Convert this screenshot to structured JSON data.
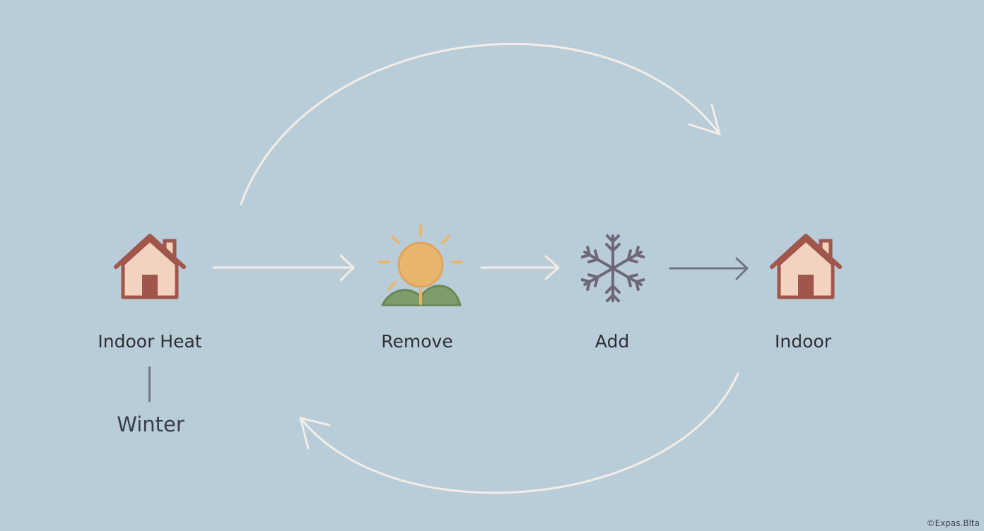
{
  "nodes": [
    {
      "id": "indoor-heat",
      "label": "Indoor Heat",
      "icon": "house-icon"
    },
    {
      "id": "remove",
      "label": "Remove",
      "icon": "sun-icon"
    },
    {
      "id": "add",
      "label": "Add",
      "icon": "snowflake-icon"
    },
    {
      "id": "indoor",
      "label": "Indoor",
      "icon": "house-icon"
    }
  ],
  "season_label": "Winter",
  "footer_text": "©Expas.Blta",
  "colors": {
    "background": "#b9cdd9",
    "arc": "#f2ede6",
    "arrow_light": "#f2ede6",
    "arrow_dark": "#6f7785",
    "house_wall": "#f2d2c0",
    "house_roof": "#a0564a",
    "sun": "#e8b56e",
    "hills": "#7f9c6b",
    "snowflake": "#6f6775"
  }
}
